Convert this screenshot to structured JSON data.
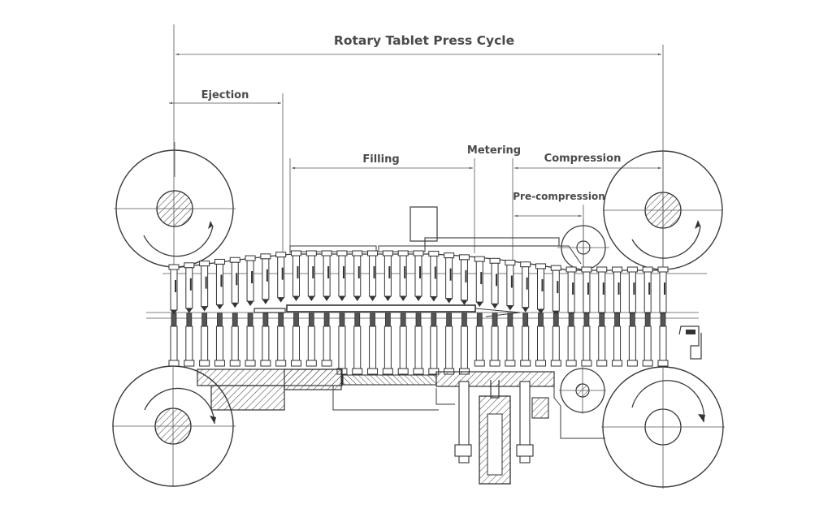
{
  "title": "Rotary Tablet Press Cycle",
  "stages": [
    {
      "id": "ejection",
      "label": "Ejection"
    },
    {
      "id": "filling",
      "label": "Filling"
    },
    {
      "id": "metering",
      "label": "Metering"
    },
    {
      "id": "compression",
      "label": "Compression"
    },
    {
      "id": "pre-compression",
      "label": "Pre-compression"
    }
  ],
  "components": {
    "upper_rollers": 2,
    "lower_rollers": 2,
    "pre_compression_rollers": 2,
    "punch_stations": 33
  },
  "colors": {
    "line": "#3a3a3a",
    "label": "#4a4a4a",
    "background": "#ffffff"
  }
}
